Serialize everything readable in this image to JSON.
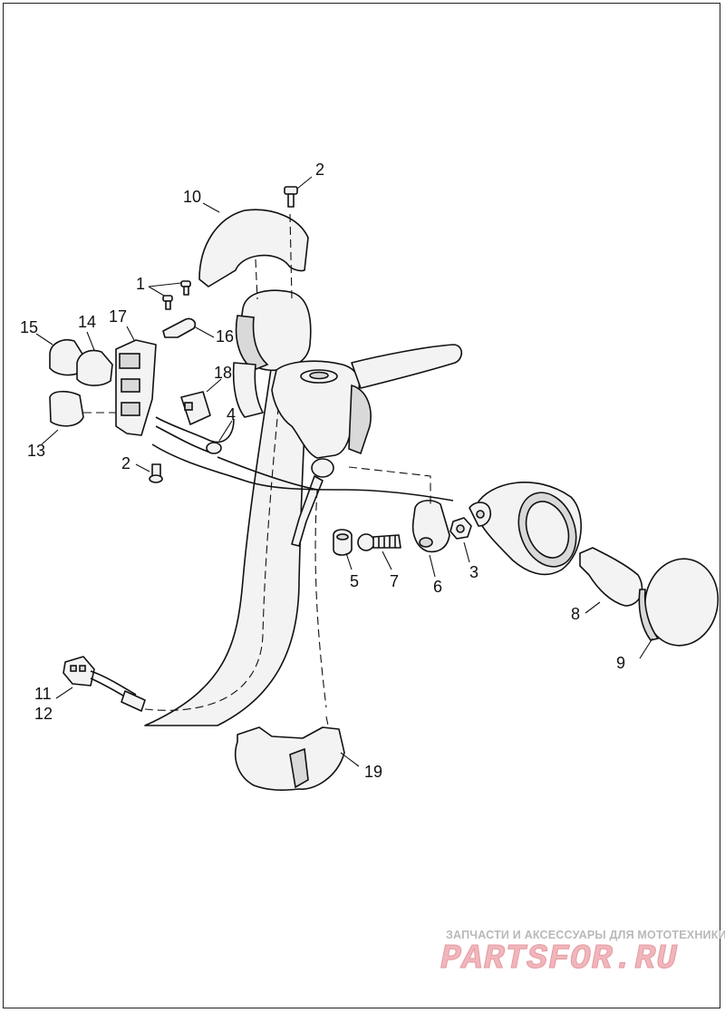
{
  "diagram": {
    "callouts": [
      {
        "id": "c2-top",
        "text": "2"
      },
      {
        "id": "c10",
        "text": "10"
      },
      {
        "id": "c1",
        "text": "1"
      },
      {
        "id": "c15",
        "text": "15"
      },
      {
        "id": "c14",
        "text": "14"
      },
      {
        "id": "c17",
        "text": "17"
      },
      {
        "id": "c16",
        "text": "16"
      },
      {
        "id": "c18",
        "text": "18"
      },
      {
        "id": "c4",
        "text": "4"
      },
      {
        "id": "c13",
        "text": "13"
      },
      {
        "id": "c2-bottom",
        "text": "2"
      },
      {
        "id": "c5",
        "text": "5"
      },
      {
        "id": "c7",
        "text": "7"
      },
      {
        "id": "c6",
        "text": "6"
      },
      {
        "id": "c3",
        "text": "3"
      },
      {
        "id": "c8",
        "text": "8"
      },
      {
        "id": "c9",
        "text": "9"
      },
      {
        "id": "c11",
        "text": "11"
      },
      {
        "id": "c12",
        "text": "12"
      },
      {
        "id": "c19",
        "text": "19"
      }
    ]
  },
  "watermark": {
    "caption": "ЗАПЧАСТИ И АКСЕССУАРЫ ДЛЯ МОТОТЕХНИКИ",
    "logo": "PARTSFOR.RU"
  },
  "colors": {
    "line": "#111111",
    "part_fill": "#f3f3f3",
    "watermark_caption": "#b9b9b9",
    "watermark_logo": "#f0b6bb"
  }
}
